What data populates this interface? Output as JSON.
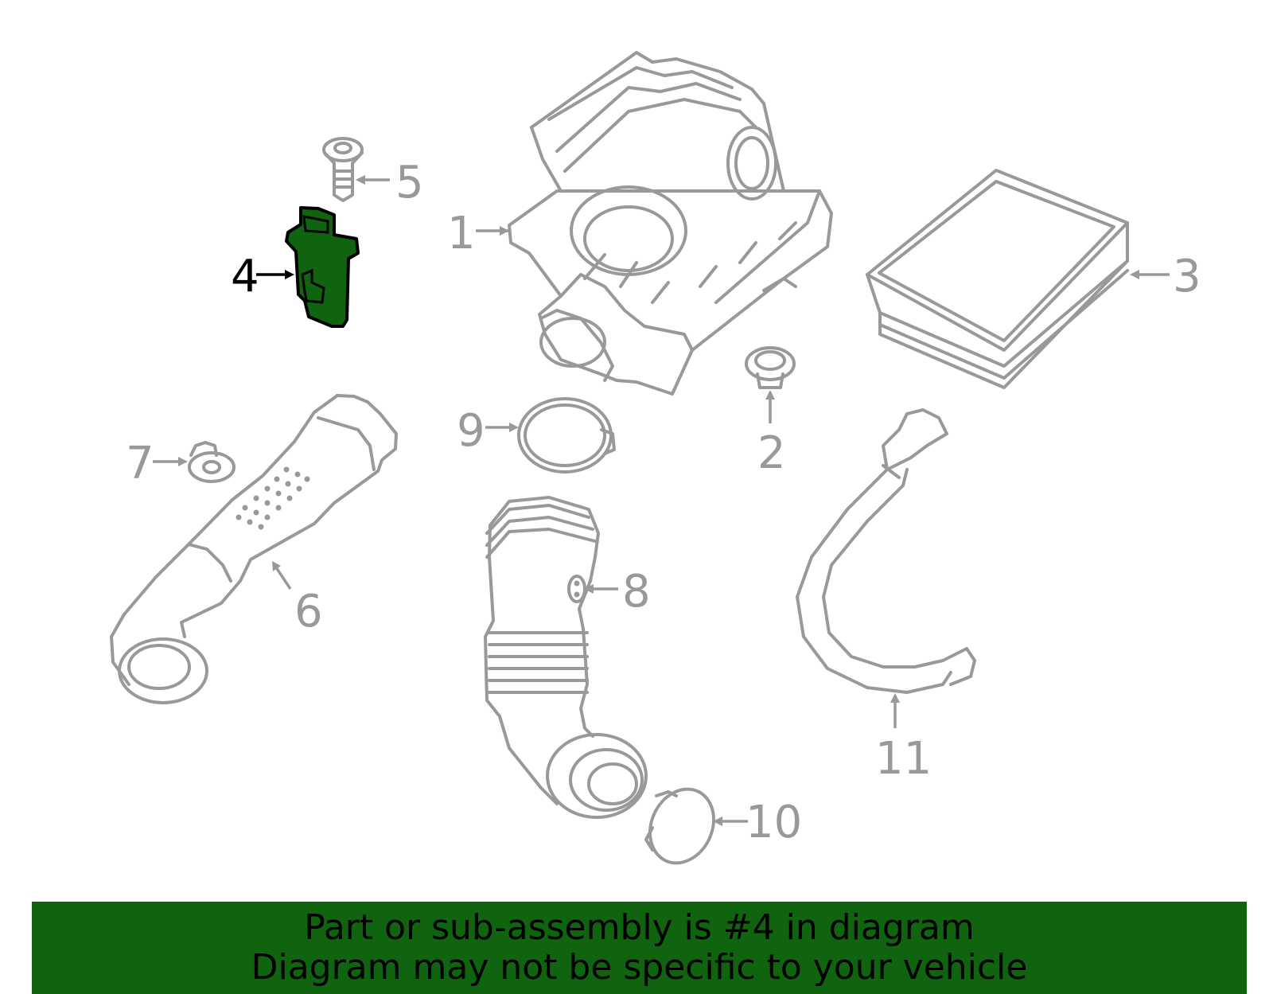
{
  "colors": {
    "highlight": "#106410",
    "part_stroke": "#999999",
    "active_label": "#000000",
    "banner_bg": "#106410"
  },
  "callouts": [
    {
      "id": "1",
      "label": "1",
      "active": false
    },
    {
      "id": "2",
      "label": "2",
      "active": false
    },
    {
      "id": "3",
      "label": "3",
      "active": false
    },
    {
      "id": "4",
      "label": "4",
      "active": true
    },
    {
      "id": "5",
      "label": "5",
      "active": false
    },
    {
      "id": "6",
      "label": "6",
      "active": false
    },
    {
      "id": "7",
      "label": "7",
      "active": false
    },
    {
      "id": "8",
      "label": "8",
      "active": false
    },
    {
      "id": "9",
      "label": "9",
      "active": false
    },
    {
      "id": "10",
      "label": "10",
      "active": false
    },
    {
      "id": "11",
      "label": "11",
      "active": false
    }
  ],
  "banner": {
    "line1": "Part or sub-assembly is #4 in diagram",
    "line2": "Diagram may not be specific to your vehicle"
  }
}
